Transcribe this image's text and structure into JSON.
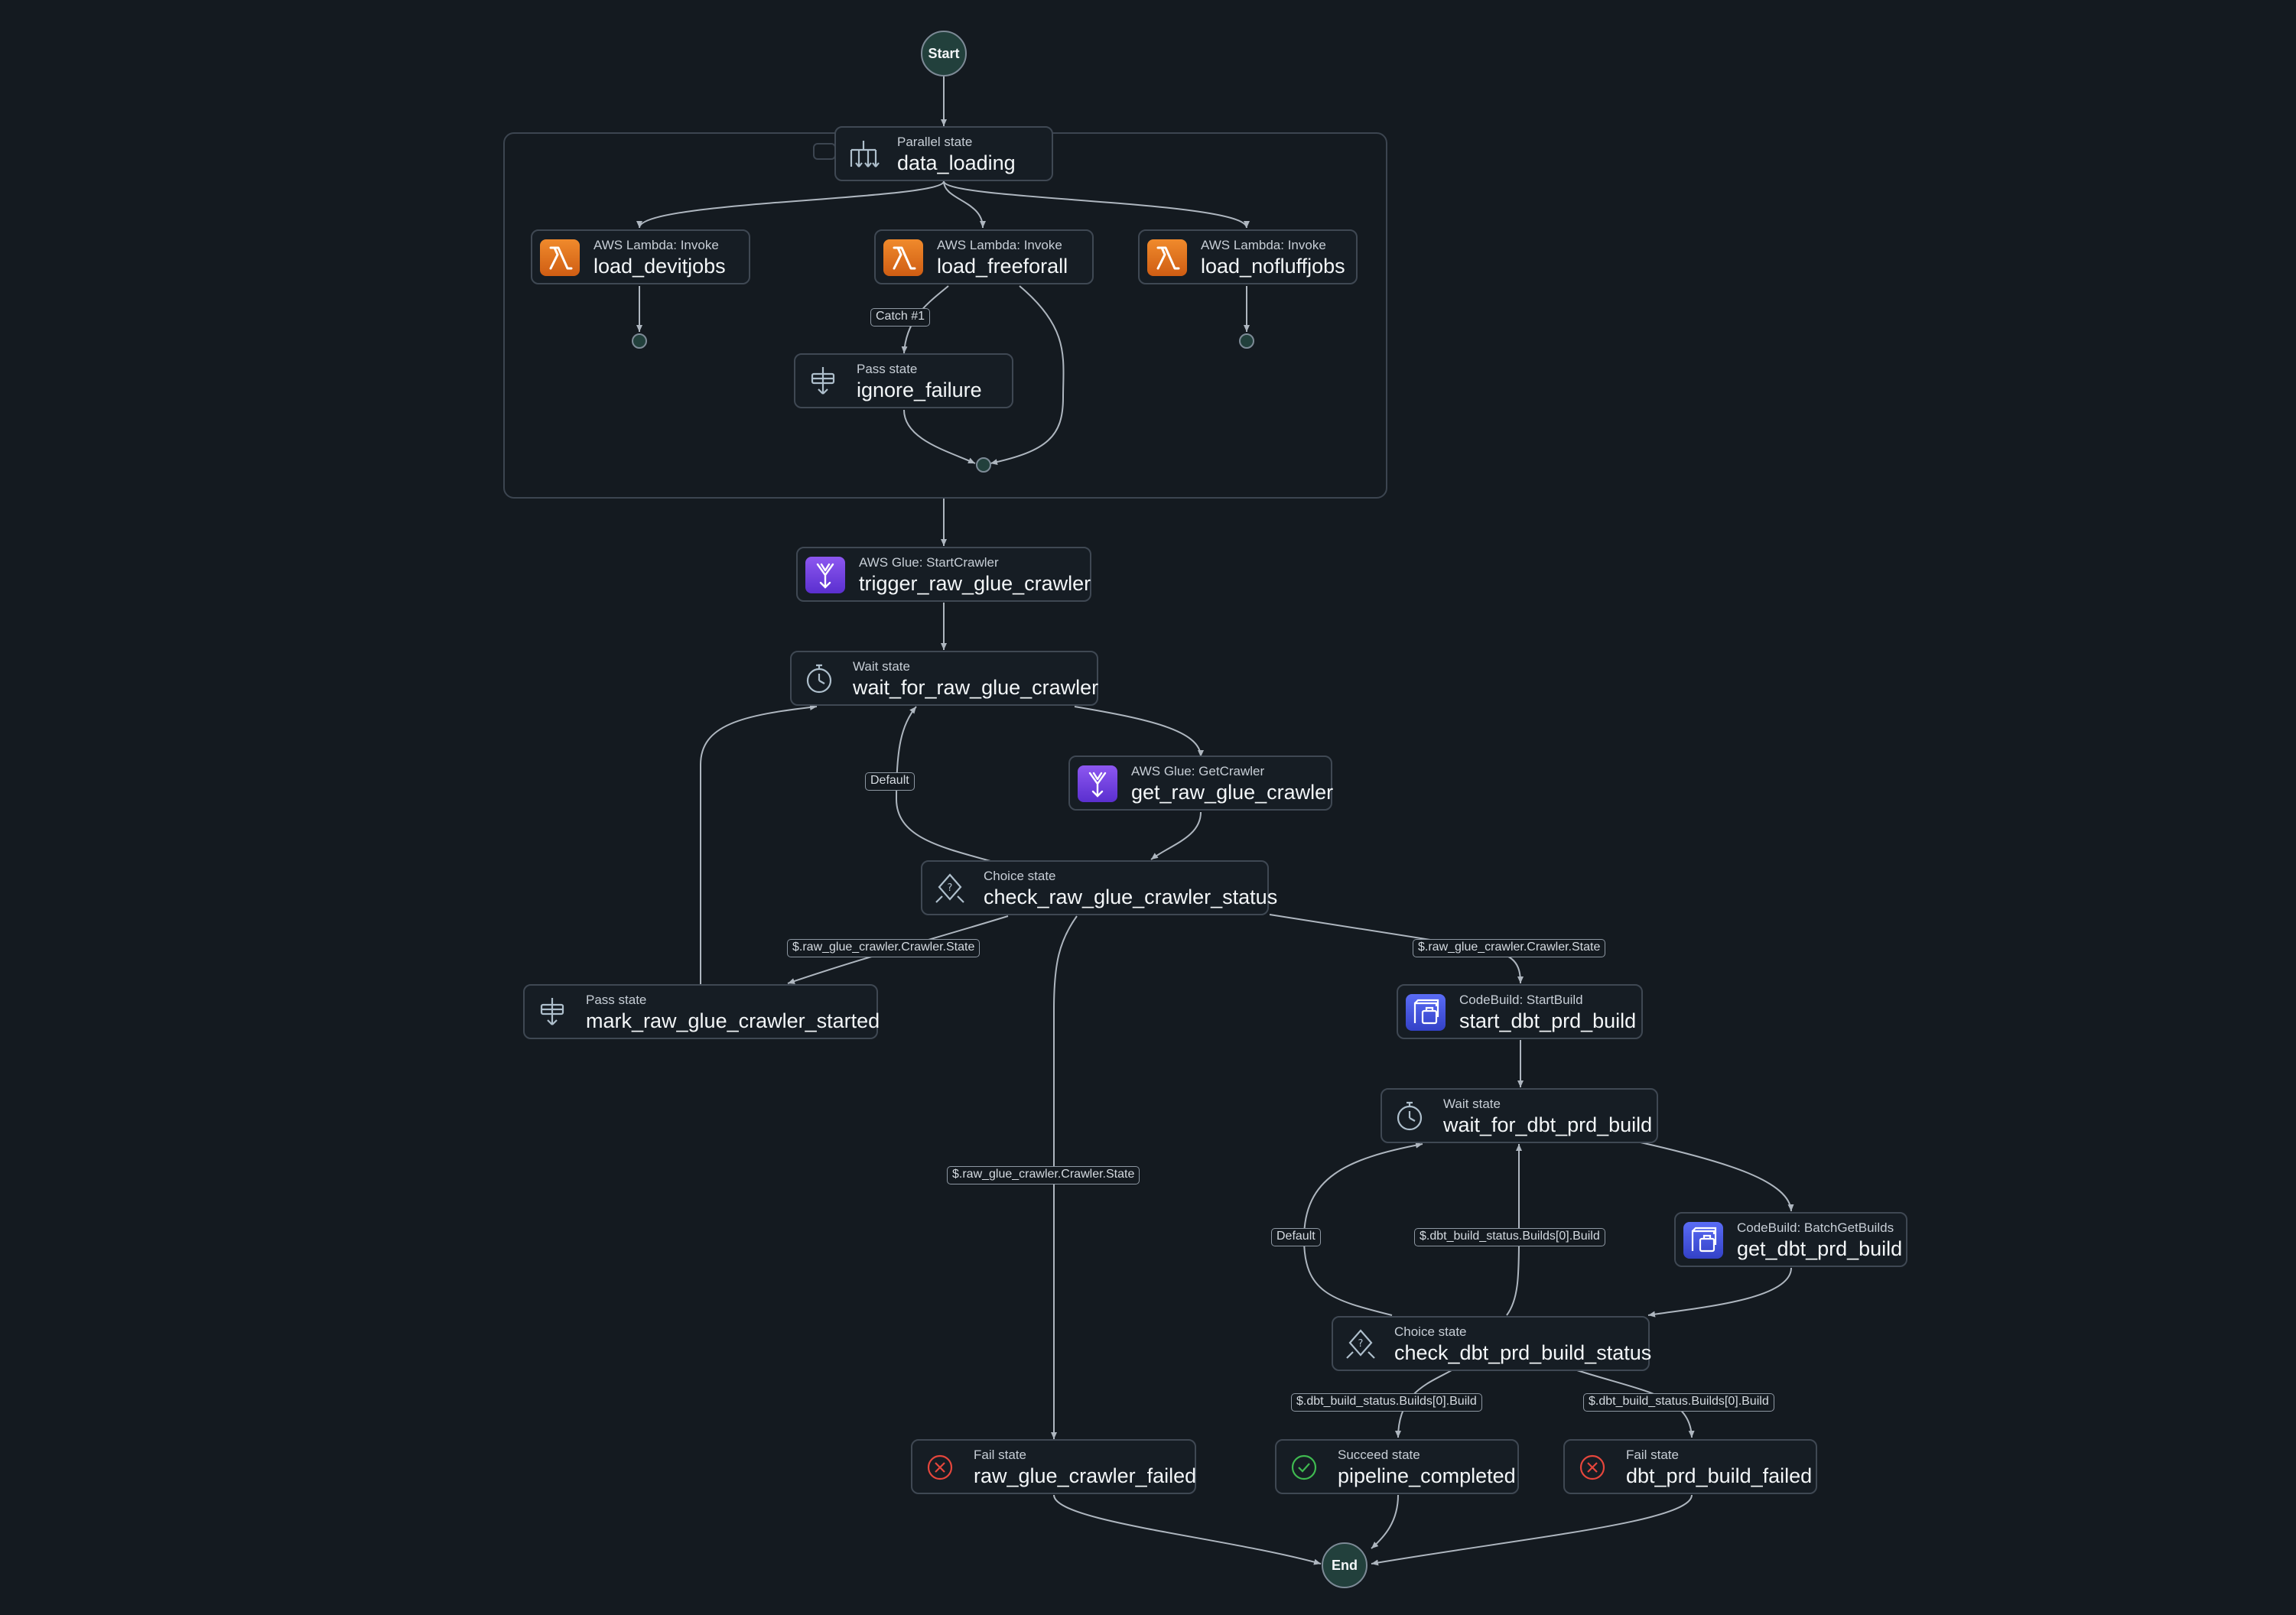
{
  "start_label": "Start",
  "end_label": "End",
  "parallel": {
    "type": "Parallel state",
    "name": "data_loading"
  },
  "nodes": {
    "load_devitjobs": {
      "type": "AWS Lambda: Invoke",
      "name": "load_devitjobs",
      "icon": "lambda-icon"
    },
    "load_freeforall": {
      "type": "AWS Lambda: Invoke",
      "name": "load_freeforall",
      "icon": "lambda-icon"
    },
    "load_nofluffjobs": {
      "type": "AWS Lambda: Invoke",
      "name": "load_nofluffjobs",
      "icon": "lambda-icon"
    },
    "ignore_failure": {
      "type": "Pass state",
      "name": "ignore_failure",
      "icon": "pass-icon"
    },
    "trigger_raw_glue_crawler": {
      "type": "AWS Glue: StartCrawler",
      "name": "trigger_raw_glue_crawler",
      "icon": "glue-icon"
    },
    "wait_for_raw_glue_crawler": {
      "type": "Wait state",
      "name": "wait_for_raw_glue_crawler",
      "icon": "timer-icon"
    },
    "get_raw_glue_crawler": {
      "type": "AWS Glue: GetCrawler",
      "name": "get_raw_glue_crawler",
      "icon": "glue-icon"
    },
    "check_raw_glue_crawler_status": {
      "type": "Choice state",
      "name": "check_raw_glue_crawler_status",
      "icon": "choice-icon"
    },
    "mark_raw_glue_crawler_started": {
      "type": "Pass state",
      "name": "mark_raw_glue_crawler_started",
      "icon": "pass-icon"
    },
    "start_dbt_prd_build": {
      "type": "CodeBuild: StartBuild",
      "name": "start_dbt_prd_build",
      "icon": "codebuild-icon"
    },
    "wait_for_dbt_prd_build": {
      "type": "Wait state",
      "name": "wait_for_dbt_prd_build",
      "icon": "timer-icon"
    },
    "get_dbt_prd_build": {
      "type": "CodeBuild: BatchGetBuilds",
      "name": "get_dbt_prd_build",
      "icon": "codebuild-icon"
    },
    "check_dbt_prd_build_status": {
      "type": "Choice state",
      "name": "check_dbt_prd_build_status",
      "icon": "choice-icon"
    },
    "raw_glue_crawler_failed": {
      "type": "Fail state",
      "name": "raw_glue_crawler_failed",
      "icon": "fail-icon"
    },
    "pipeline_completed": {
      "type": "Succeed state",
      "name": "pipeline_completed",
      "icon": "success-icon"
    },
    "dbt_prd_build_failed": {
      "type": "Fail state",
      "name": "dbt_prd_build_failed",
      "icon": "fail-icon"
    }
  },
  "edge_labels": {
    "catch": "Catch #1",
    "raw_default": "Default",
    "raw_to_mark": "$.raw_glue_crawler.Crawler.State",
    "raw_to_start_build": "$.raw_glue_crawler.Crawler.State",
    "raw_to_failed": "$.raw_glue_crawler.Crawler.State",
    "dbt_default": "Default",
    "dbt_to_wait": "$.dbt_build_status.Builds[0].Build",
    "dbt_to_success": "$.dbt_build_status.Builds[0].Build",
    "dbt_to_failed": "$.dbt_build_status.Builds[0].Build"
  },
  "colors": {
    "background": "#141a20",
    "edge": "#aeb6bf",
    "node_border": "#3f4853",
    "fail": "#e5463c",
    "success": "#3fb950"
  }
}
